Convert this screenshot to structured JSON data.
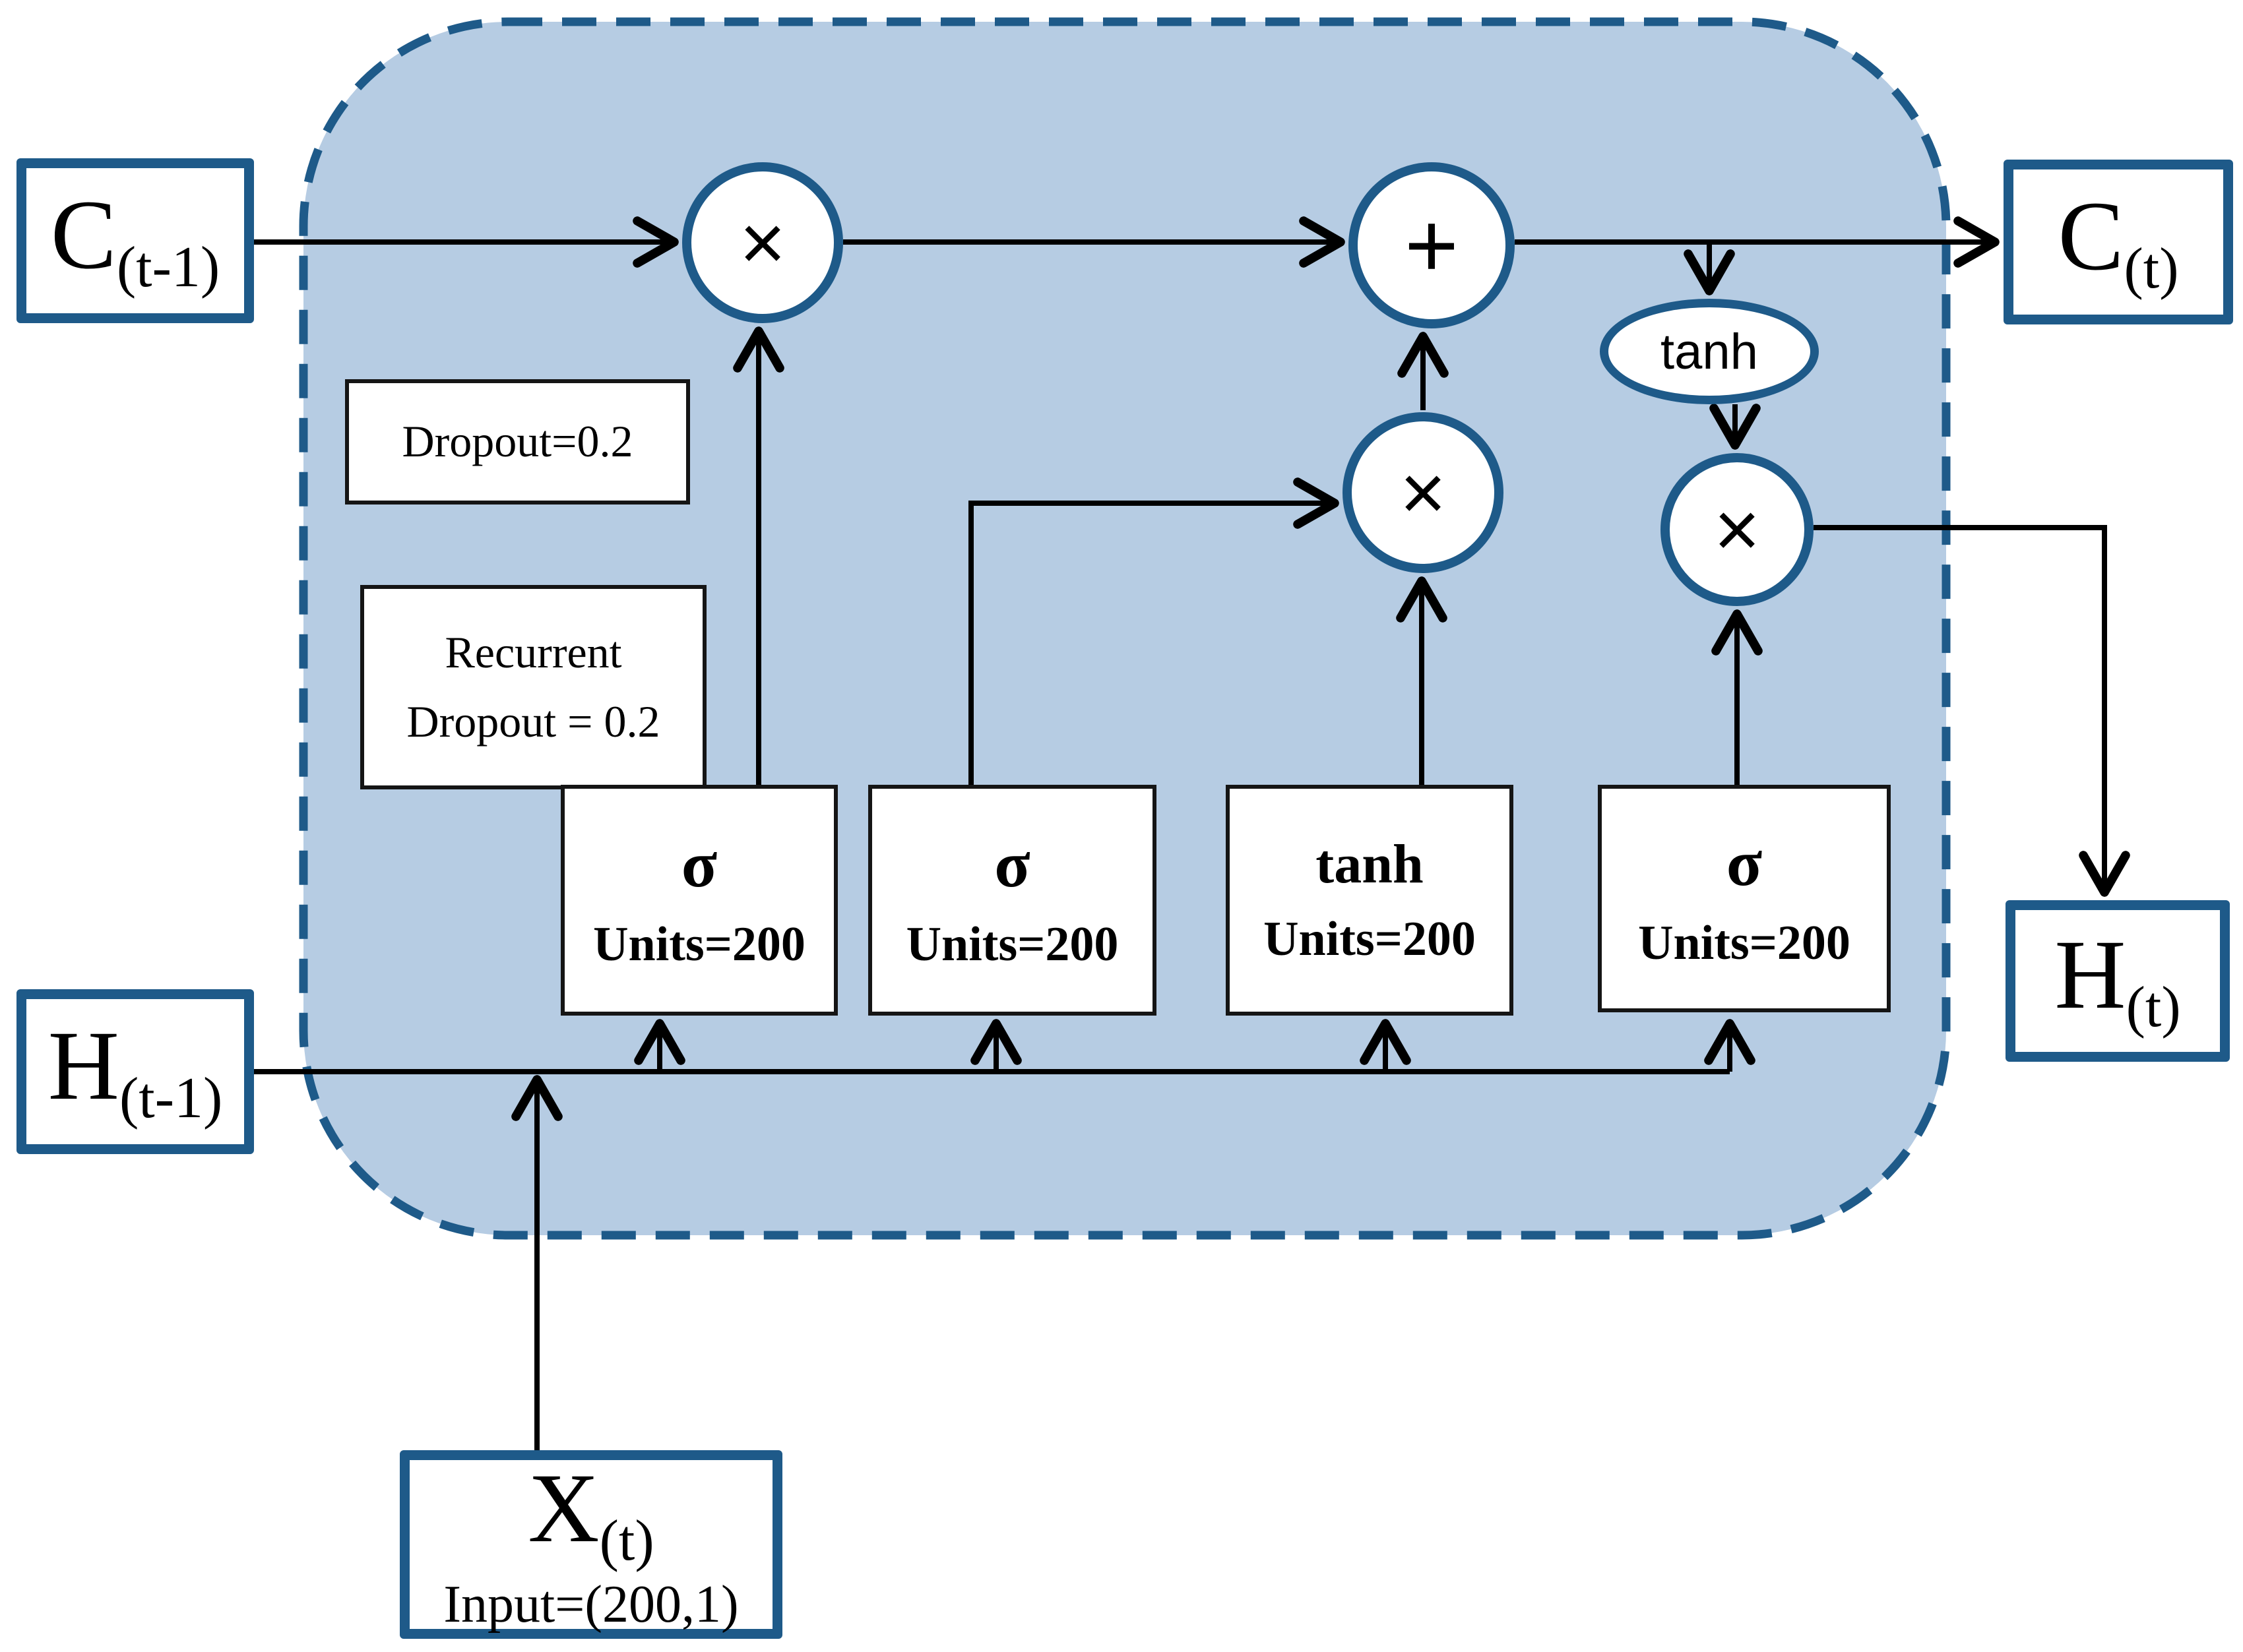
{
  "colors": {
    "accent_blue": "#1E5A89",
    "cell_fill": "#B6CCE3",
    "node_fill": "#FFFFFF",
    "line_black": "#000000"
  },
  "io_nodes": {
    "c_prev": {
      "label": "C",
      "subscript": "(t-1)"
    },
    "h_prev": {
      "label": "H",
      "subscript": "(t-1)"
    },
    "x_input": {
      "label": "X",
      "subscript": "(t)",
      "detail": "Input=(200,1)"
    },
    "c_out": {
      "label": "C",
      "subscript": "(t)"
    },
    "h_out": {
      "label": "H",
      "subscript": "(t)"
    }
  },
  "annotations": {
    "dropout": "Dropout=0.2",
    "recurrent_line1": "Recurrent",
    "recurrent_line2": "Dropout = 0.2"
  },
  "gates": [
    {
      "symbol": "σ",
      "units": "Units=200"
    },
    {
      "symbol": "σ",
      "units": "Units=200"
    },
    {
      "symbol": "tanh",
      "units": "Units=200"
    },
    {
      "symbol": "σ",
      "units": "Units=200"
    }
  ],
  "operators": {
    "forget_multiply": "×",
    "cell_add": "+",
    "input_multiply": "×",
    "output_multiply": "×",
    "tanh_activation": "tanh"
  }
}
